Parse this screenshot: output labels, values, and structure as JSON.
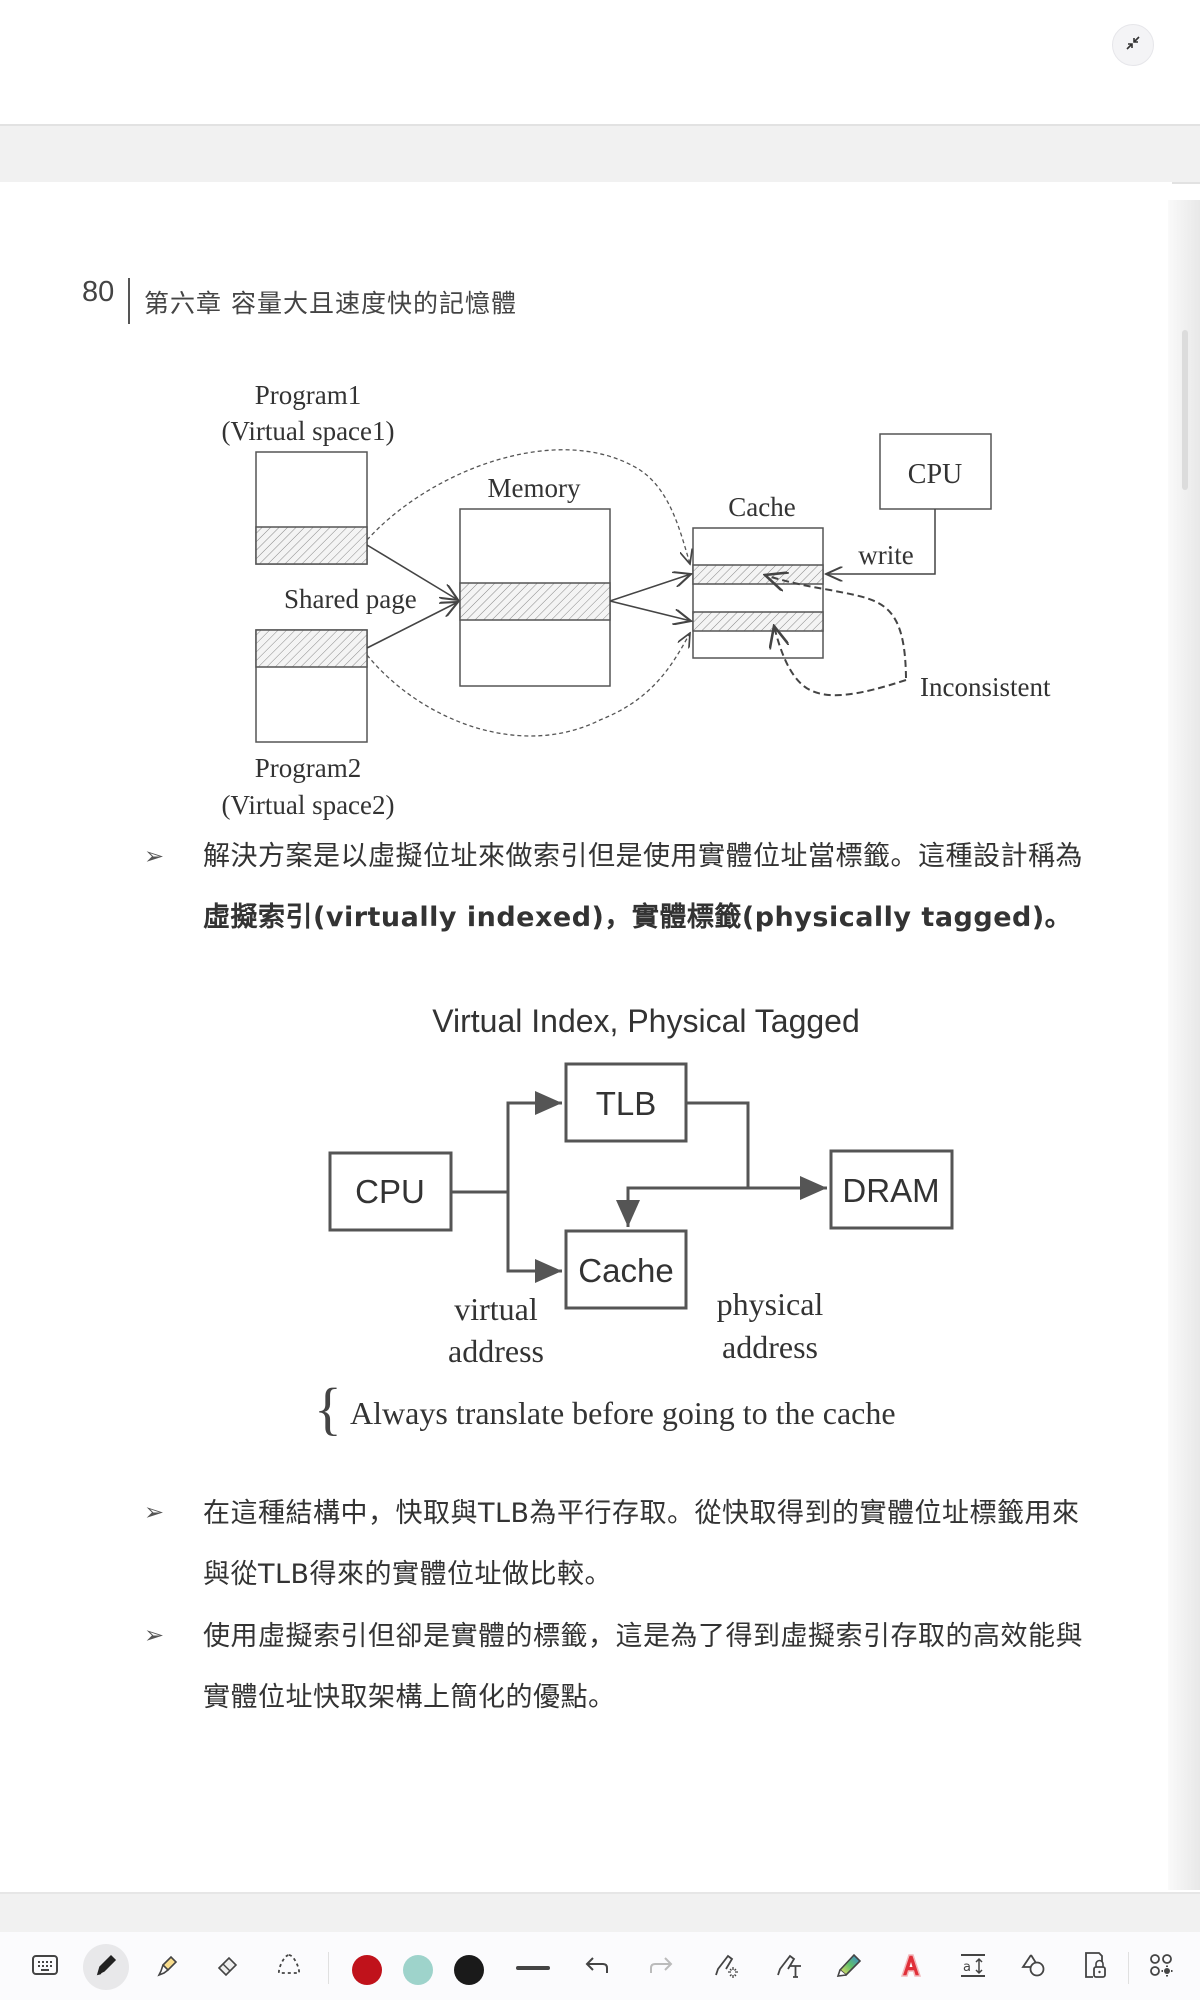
{
  "viewer": {
    "collapse_icon": "collapse-arrows-icon"
  },
  "page": {
    "number": "80",
    "chapter_title": "第六章  容量大且速度快的記憶體"
  },
  "figure1": {
    "program1_label": "Program1",
    "program1_sub": "(Virtual space1)",
    "program2_label": "Program2",
    "program2_sub": "(Virtual space2)",
    "shared_page_label": "Shared page",
    "memory_label": "Memory",
    "cache_label": "Cache",
    "cpu_label": "CPU",
    "write_label": "write",
    "inconsistent_label": "Inconsistent"
  },
  "bullet1": {
    "line1": "解決方案是以虛擬位址來做索引但是使用實體位址當標籤。這種設計稱為",
    "line2": "虛擬索引(virtually indexed)，實體標籤(physically tagged)。"
  },
  "figure2": {
    "title": "Virtual Index, Physical Tagged",
    "cpu_label": "CPU",
    "tlb_label": "TLB",
    "cache_label": "Cache",
    "dram_label": "DRAM",
    "virtual_label_1": "virtual",
    "virtual_label_2": "address",
    "physical_label_1": "physical",
    "physical_label_2": "address",
    "note": "Always translate before going to the cache"
  },
  "bullet2": {
    "line1": "在這種結構中，快取與TLB為平行存取。從快取得到的實體位址標籤用來",
    "line2": "與從TLB得來的實體位址做比較。"
  },
  "bullet3": {
    "line1": "使用虛擬索引但卻是實體的標籤，這是為了得到虛擬索引存取的高效能與",
    "line2": "實體位址快取架構上簡化的優點。"
  },
  "bullet_glyph": "➢",
  "toolbar": {
    "tools": [
      "keyboard-icon",
      "pen-icon",
      "highlighter-icon",
      "eraser-icon",
      "lasso-select-icon"
    ],
    "active_tool": "pen-icon",
    "colors": [
      "#c0121b",
      "#9ed3cb",
      "#1a1a1a"
    ],
    "actions": [
      "stroke-width-icon",
      "undo-icon",
      "redo-icon",
      "ink-to-shape-icon",
      "ink-to-text-icon",
      "rainbow-pen-icon",
      "text-style-icon",
      "line-spacing-icon",
      "shapes-icon",
      "lock-page-icon",
      "more-settings-icon"
    ]
  }
}
